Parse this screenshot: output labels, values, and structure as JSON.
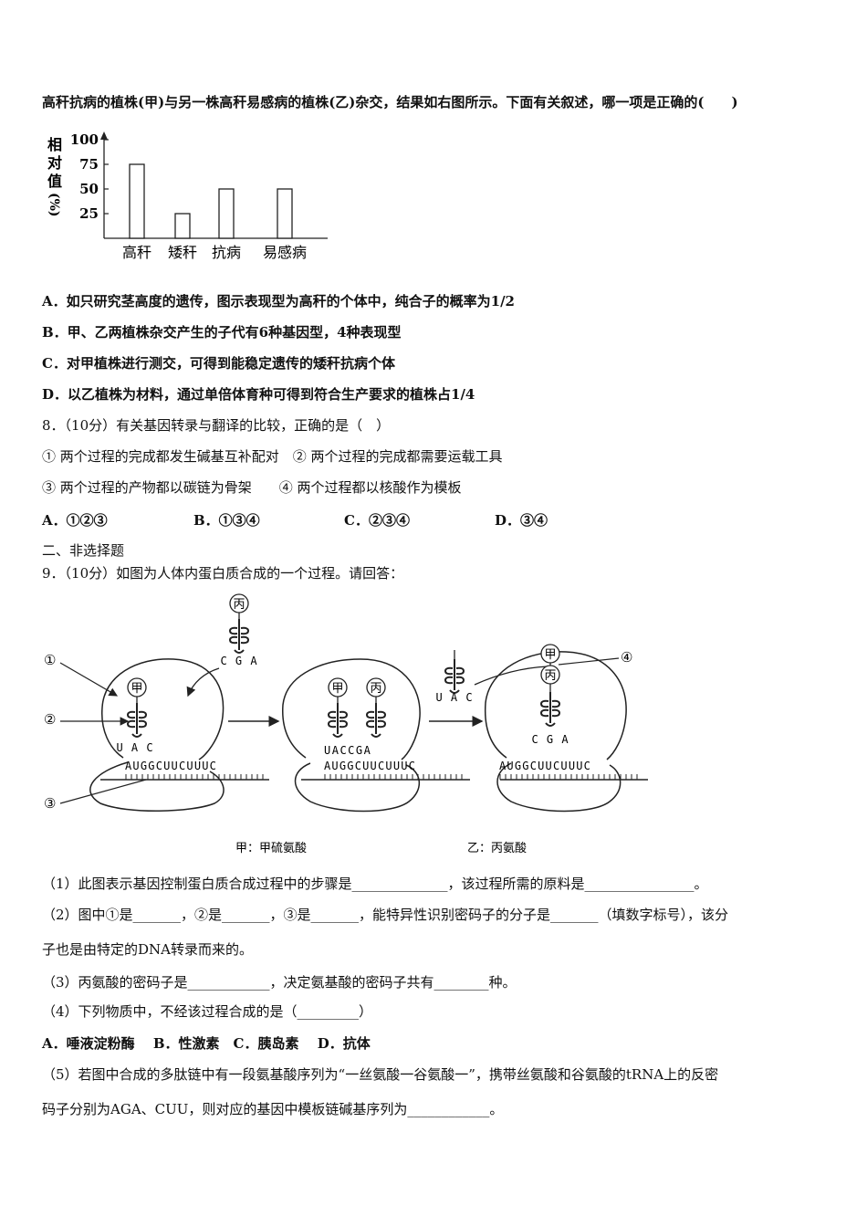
{
  "q7": {
    "stem": "高秆抗病的植株(甲)与另一株高秆易感病的植株(乙)杂交，结果如右图所示。下面有关叙述，哪一项是正确的(　　)",
    "options": [
      "A．如只研究茎高度的遗传，图示表现型为高秆的个体中，纯合子的概率为1/2",
      "B．甲、乙两植株杂交产生的子代有6种基因型，4种表现型",
      "C．对甲植株进行测交，可得到能稳定遗传的矮秆抗病个体",
      "D．以乙植株为材料，通过单倍体育种可得到符合生产要求的植株占1/4"
    ]
  },
  "chart_data": {
    "type": "bar",
    "categories": [
      "高秆",
      "矮秆",
      "抗病",
      "易感病"
    ],
    "values": [
      75,
      25,
      50,
      50
    ],
    "ylabel": "相对值(%)",
    "yticks": [
      25,
      50,
      75,
      100
    ],
    "ylim": [
      0,
      100
    ]
  },
  "q8": {
    "stem": "8．（10分）有关基因转录与翻译的比较，正确的是（　）",
    "s12": "① 两个过程的完成都发生碱基互补配对　② 两个过程的完成都需要运载工具",
    "s34": "③ 两个过程的产物都以碳链为骨架　　④ 两个过程都以核酸作为模板",
    "opts": [
      "A．①②③",
      "B．①③④",
      "C．②③④",
      "D．③④"
    ]
  },
  "section2": "二、非选择题",
  "q9": {
    "stem": "9．（10分）如图为人体内蛋白质合成的一个过程。请回答：",
    "diagram": {
      "markers": [
        "①",
        "②",
        "③",
        "④"
      ],
      "aa_jia": "甲",
      "aa_bing": "丙",
      "cga": "C G A",
      "uac": "U A C",
      "uaccga": "UACCGA",
      "mrna": "AUGGCUUCUUUC",
      "legend_jia": "甲：甲硫氨酸",
      "legend_yi": "乙：丙氨酸"
    },
    "p1": "（1）此图表示基因控制蛋白质合成过程中的步骤是______________，该过程所需的原料是________________。",
    "p2a": "（2）图中①是_______，②是_______，③是_______，能特异性识别密码子的分子是_______（填数字标号），该分",
    "p2b": "子也是由特定的DNA转录而来的。",
    "p3": "（3）丙氨酸的密码子是____________，决定氨基酸的密码子共有________种。",
    "p4": "（4）下列物质中，不经该过程合成的是（_________）",
    "p4opts": "A．唾液淀粉酶　 B．性激素　C．胰岛素　 D．抗体",
    "p5a": "（5）若图中合成的多肽链中有一段氨基酸序列为“一丝氨酸一谷氨酸一”，携带丝氨酸和谷氨酸的tRNA上的反密",
    "p5b": "码子分别为AGA、CUU，则对应的基因中模板链碱基序列为____________。"
  }
}
